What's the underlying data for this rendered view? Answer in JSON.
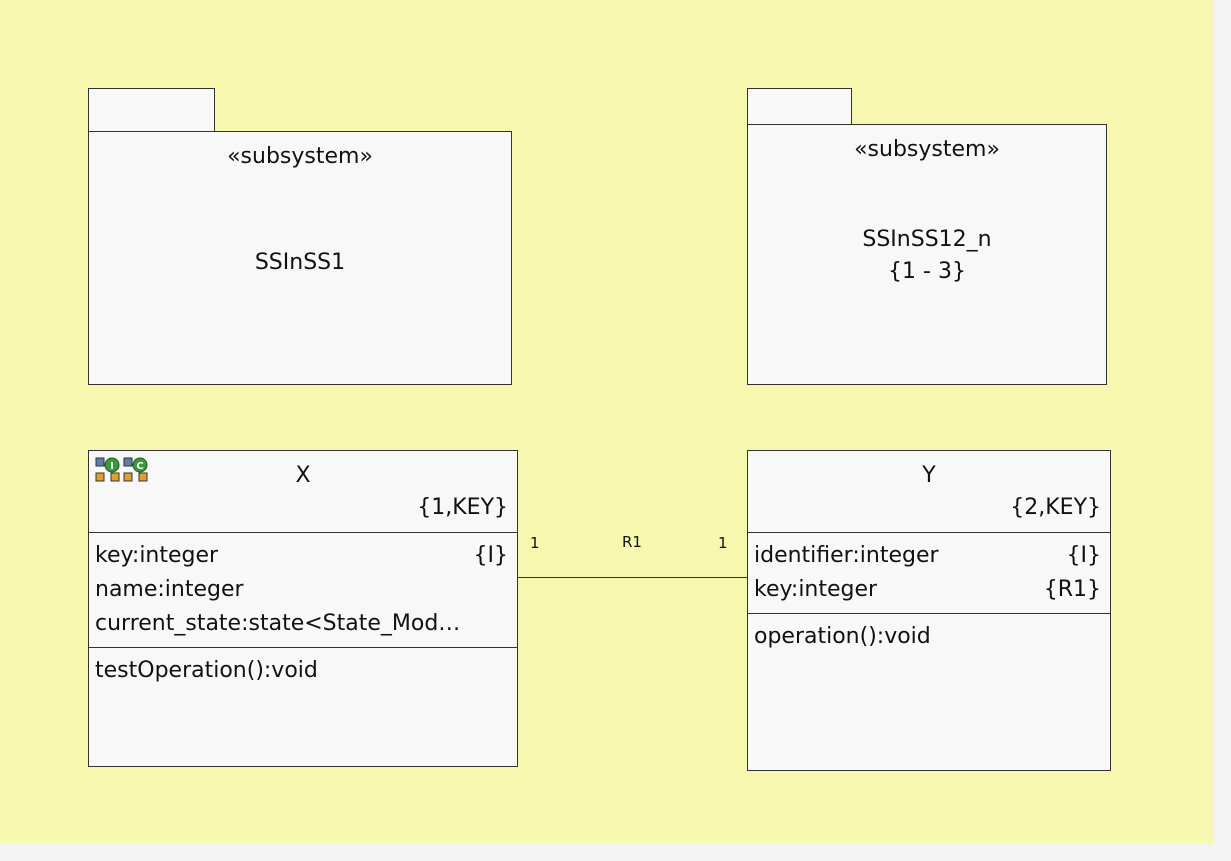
{
  "packages": [
    {
      "stereotype": "«subsystem»",
      "name": "SSInSS1",
      "multiplicity": ""
    },
    {
      "stereotype": "«subsystem»",
      "name": "SSInSS12_n",
      "multiplicity": "{1 - 3}"
    }
  ],
  "classes": {
    "x": {
      "name": "X",
      "number": "{1,KEY}",
      "icons": [
        "instance-icon",
        "class-icon"
      ],
      "attributes": [
        {
          "text": "key:integer",
          "tag": "{I}"
        },
        {
          "text": "name:integer",
          "tag": ""
        },
        {
          "text": "current_state:state<State_Mod…",
          "tag": ""
        }
      ],
      "operations": [
        "testOperation():void"
      ]
    },
    "y": {
      "name": "Y",
      "number": "{2,KEY}",
      "attributes": [
        {
          "text": "identifier:integer",
          "tag": "{I}"
        },
        {
          "text": "key:integer",
          "tag": "{R1}"
        }
      ],
      "operations": [
        "operation():void"
      ]
    }
  },
  "association": {
    "name": "R1",
    "left_multiplicity": "1",
    "right_multiplicity": "1"
  },
  "colors": {
    "canvas": "#f7f7b0",
    "shape_fill": "#f8f8f8",
    "line": "#333333"
  }
}
